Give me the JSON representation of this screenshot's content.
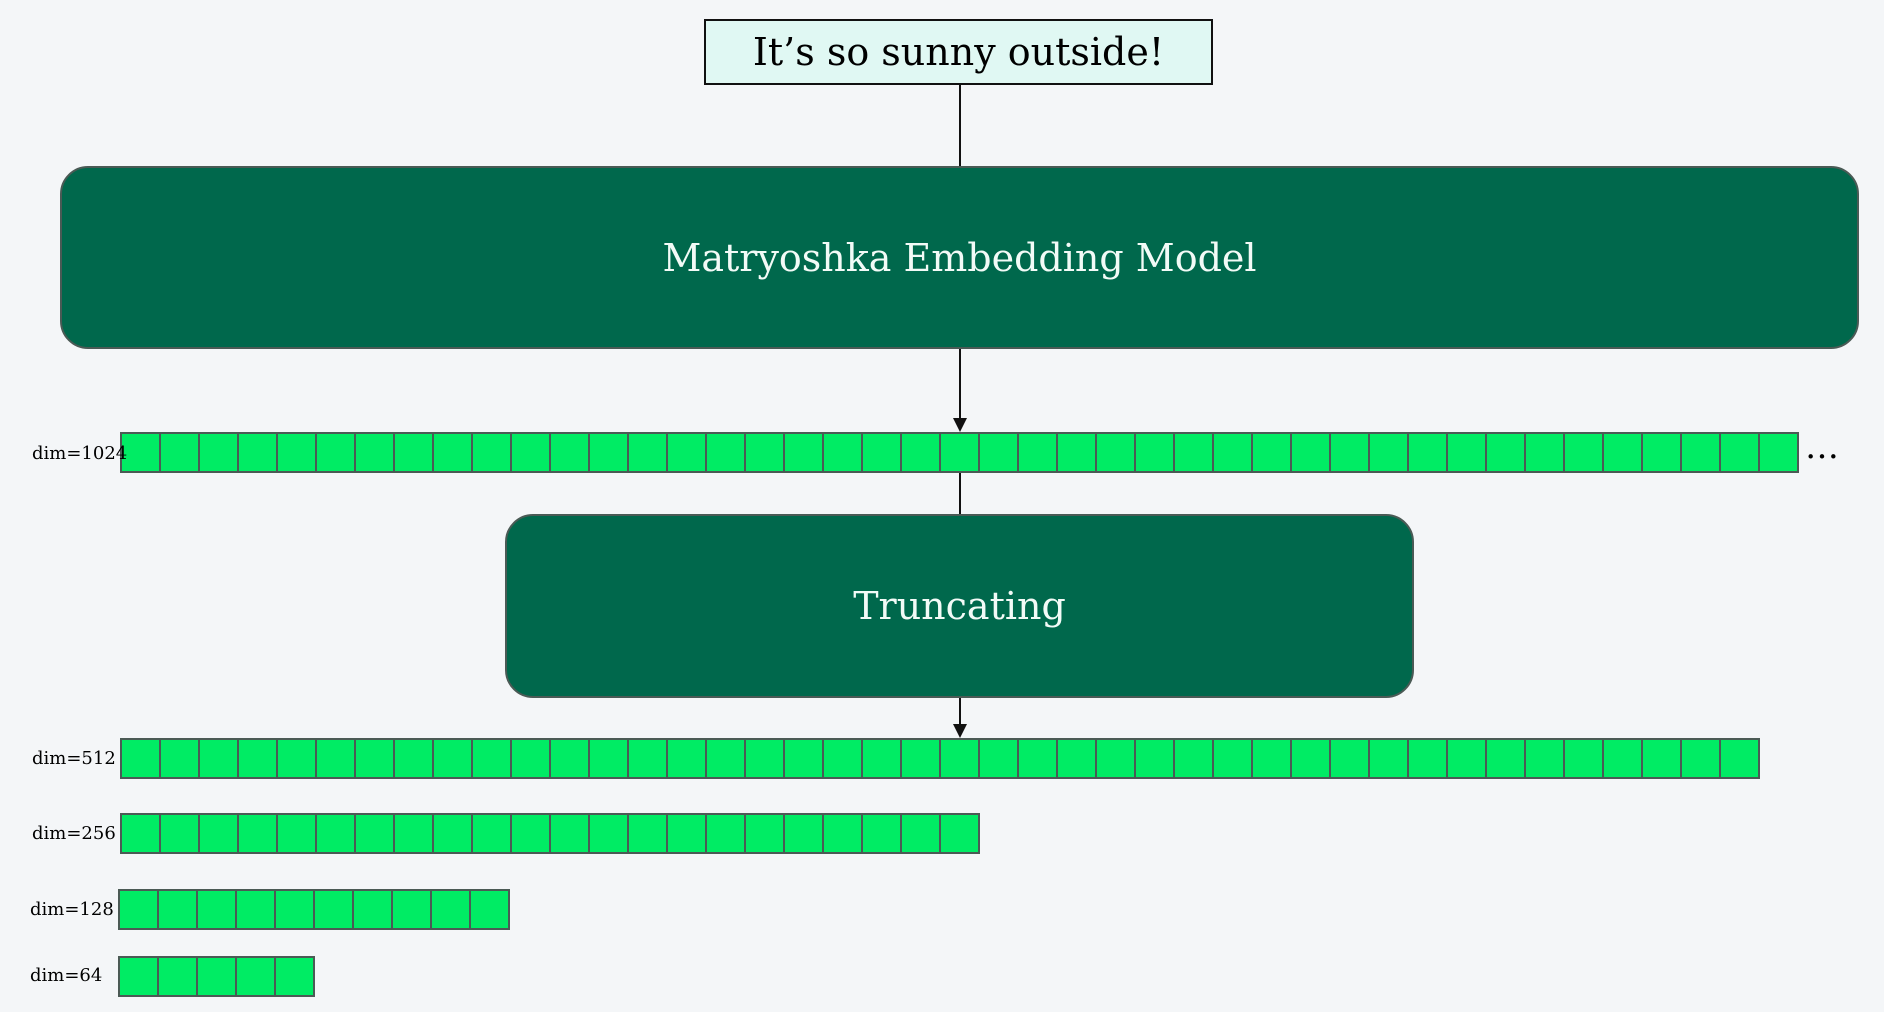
{
  "input_text": "It’s so sunny outside!",
  "model_label": "Matryoshka Embedding Model",
  "truncate_label": "Truncating",
  "ellipsis": "…",
  "colors": {
    "background": "#f4f6f8",
    "input_fill": "#e0f8f3",
    "model_fill": "#00684c",
    "cell_fill": "#00ec64",
    "cell_stroke": "#4b5a55"
  },
  "embeddings": [
    {
      "label": "dim=1024",
      "cells": 43
    },
    {
      "label": "dim=512",
      "cells": 42
    },
    {
      "label": "dim=256",
      "cells": 22
    },
    {
      "label": "dim=128",
      "cells": 10
    },
    {
      "label": "dim=64",
      "cells": 5
    }
  ]
}
